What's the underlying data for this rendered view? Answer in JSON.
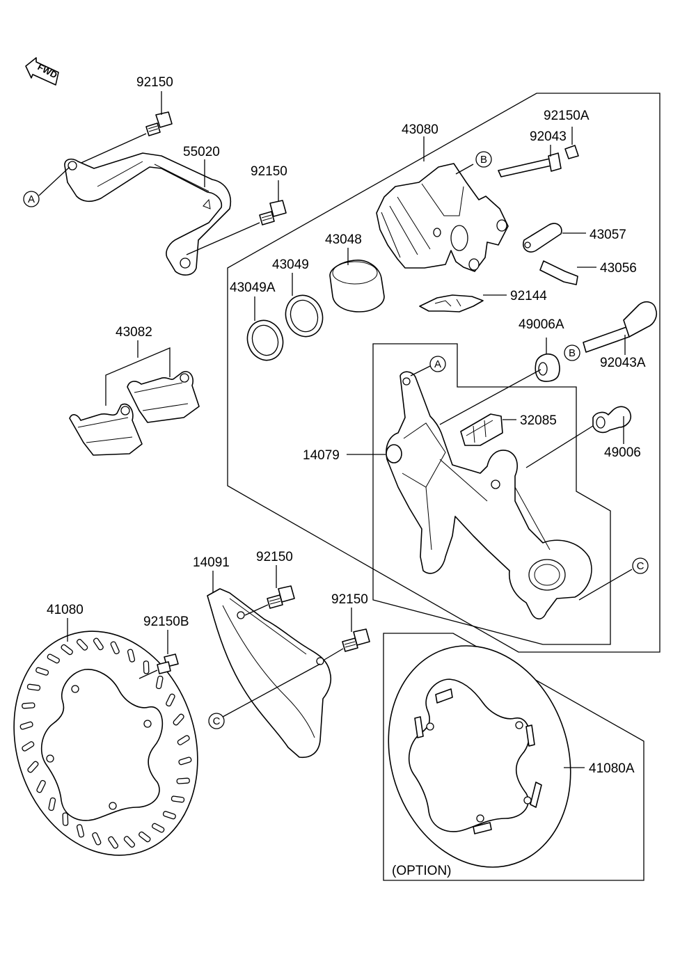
{
  "direction_mark": {
    "label": "FWD"
  },
  "ref_letters": {
    "a": "A",
    "b": "B",
    "c": "C"
  },
  "parts": {
    "p92150_top": "92150",
    "p55020": "55020",
    "p92150_mid": "92150",
    "p43080": "43080",
    "p92043": "92043",
    "p92150A": "92150A",
    "p43057": "43057",
    "p43056": "43056",
    "p43048": "43048",
    "p43049": "43049",
    "p43049A": "43049A",
    "p92144": "92144",
    "p43082": "43082",
    "p49006A": "49006A",
    "p92043A": "92043A",
    "p32085": "32085",
    "p14079": "14079",
    "p49006": "49006",
    "p14091": "14091",
    "p92150_guard": "92150",
    "p92150_right": "92150",
    "p41080": "41080",
    "p92150B": "92150B",
    "p41080A": "41080A"
  },
  "option_label": "(OPTION)"
}
